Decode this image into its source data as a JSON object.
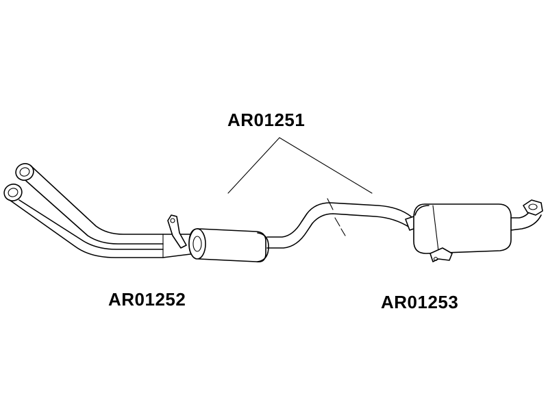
{
  "diagram": {
    "parts": [
      {
        "id": "center",
        "label": "AR01251"
      },
      {
        "id": "front",
        "label": "AR01252"
      },
      {
        "id": "rear",
        "label": "AR01253"
      }
    ]
  }
}
